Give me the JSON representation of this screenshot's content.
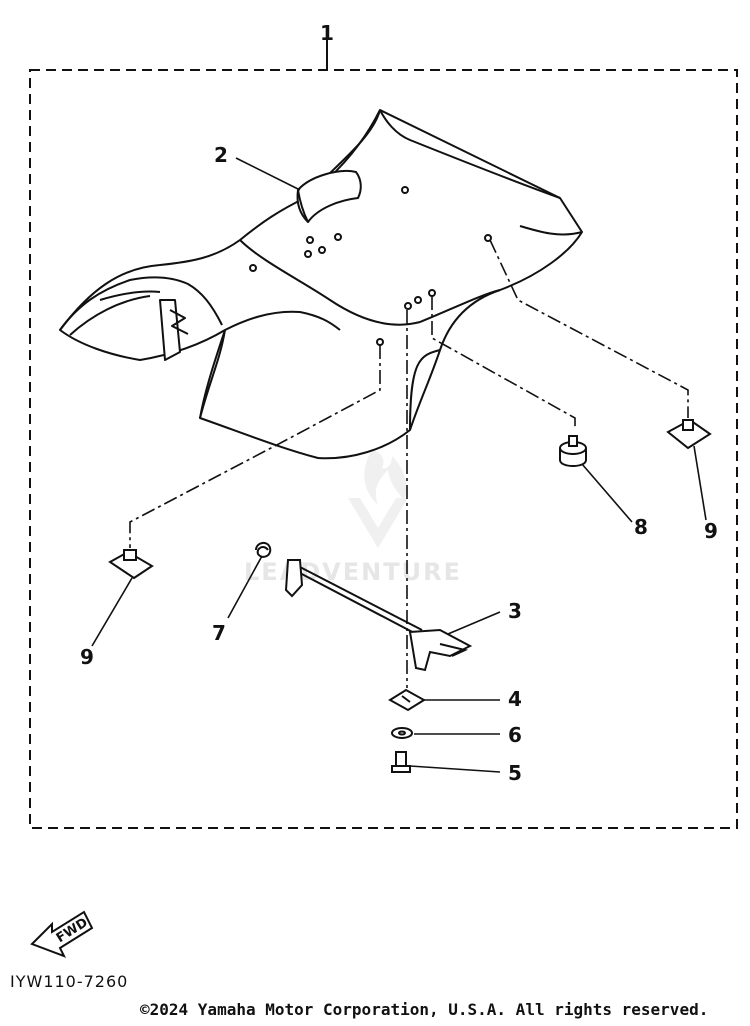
{
  "diagram": {
    "callouts": {
      "c1": "1",
      "c2": "2",
      "c3": "3",
      "c4": "4",
      "c5": "5",
      "c6": "6",
      "c7": "7",
      "c8": "8",
      "c9a": "9",
      "c9b": "9"
    },
    "fwd_label": "FWD",
    "watermark": "LEADVENTURE",
    "drawing_code": "IYW110-7260"
  },
  "footer": {
    "copyright": "©2024 Yamaha Motor Corporation, U.S.A. All rights reserved."
  }
}
